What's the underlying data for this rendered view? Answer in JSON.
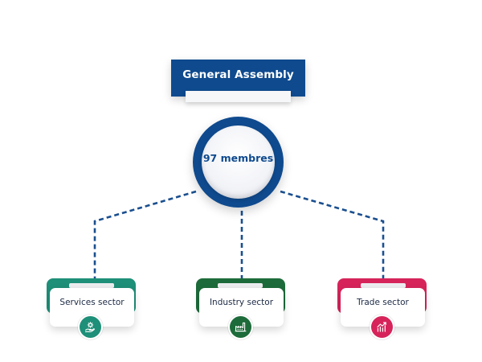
{
  "header": {
    "title": "General Assembly"
  },
  "center": {
    "label": "97 membres"
  },
  "sectors": [
    {
      "label": "Services sector",
      "color": "#1e8f78",
      "icon": "hand-gear-icon"
    },
    {
      "label": "Industry sector",
      "color": "#1d6b3a",
      "icon": "factory-icon"
    },
    {
      "label": "Trade sector",
      "color": "#d6245a",
      "icon": "growth-chart-icon"
    }
  ],
  "colors": {
    "primary": "#0f4a8e",
    "connector": "#1a4f8f"
  }
}
